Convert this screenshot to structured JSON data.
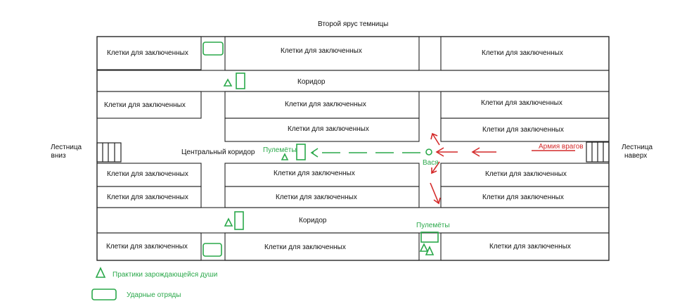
{
  "title": "Второй ярус темницы",
  "cell_label": "Клетки для заключенных",
  "corridor_label": "Коридор",
  "central_corridor_label": "Центральный коридор",
  "stairs_down": [
    "Лестница",
    "вниз"
  ],
  "stairs_up": [
    "Лестница",
    "наверх"
  ],
  "enemy_army": "Армия врагов",
  "machine_guns": "Пулемёты",
  "vasya": "Вася",
  "legend": {
    "triangle": "Практики зарождающейся души",
    "rectangle": "Ударные отряды"
  },
  "colors": {
    "green": "#2aa84a",
    "red": "#d42a2a",
    "line": "#222222"
  }
}
